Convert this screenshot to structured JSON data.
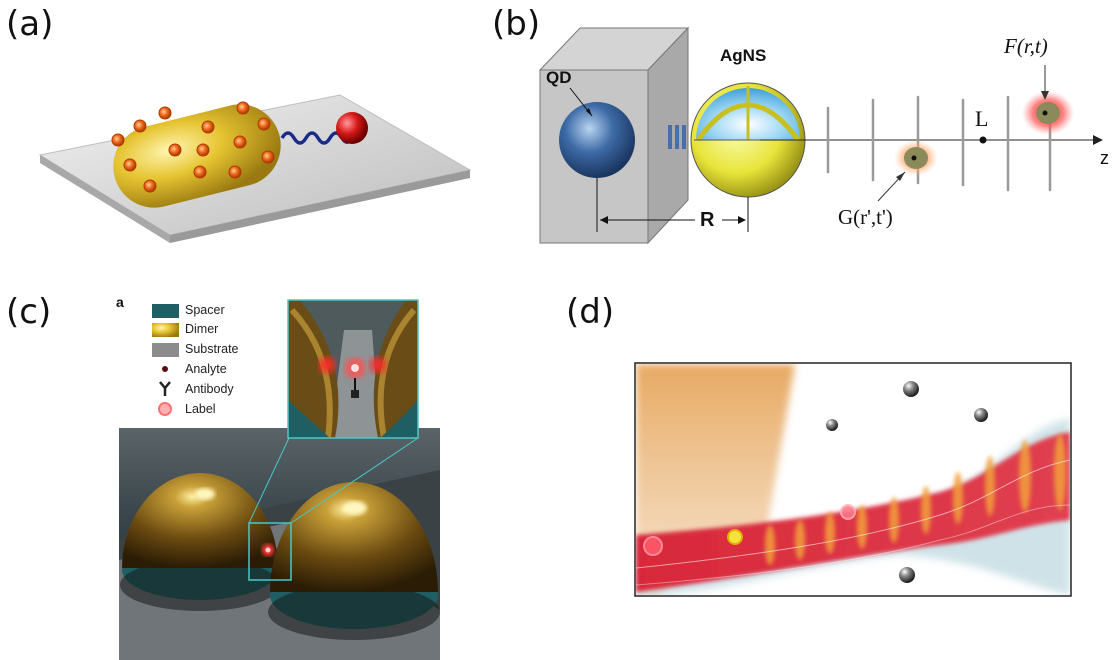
{
  "panels": {
    "a": {
      "label": "(a)"
    },
    "b": {
      "label": "(b)",
      "qd_label": "QD",
      "agns_label": "AgNS",
      "r_label": "R",
      "l_label": "L",
      "z_label": "z",
      "f_label": "F(r,t)",
      "g_label": "G(r',t')"
    },
    "c": {
      "label": "(c)",
      "sub_label": "a",
      "legend": [
        {
          "key": "spacer",
          "text": "Spacer"
        },
        {
          "key": "dimer",
          "text": "Dimer"
        },
        {
          "key": "substrate",
          "text": "Substrate"
        },
        {
          "key": "analyte",
          "text": "Analyte"
        },
        {
          "key": "antibody",
          "text": "Antibody"
        },
        {
          "key": "label",
          "text": "Label"
        }
      ]
    },
    "d": {
      "label": "(d)"
    }
  },
  "colors": {
    "spacer": "#1f5f63",
    "dimer_gold": "#c8a040",
    "substrate": "#8c8c8c",
    "accent_red": "#d12a2a",
    "cyan_frame": "#48c8c8",
    "qd_blue": "#2f5d9b",
    "agns_yellow": "#e8e23a",
    "beam_orange": "#e39a46"
  },
  "icons": [
    "qd-sphere-icon",
    "agns-sphere-icon",
    "nanorod-icon",
    "analyte-dot-icon",
    "antibody-icon",
    "label-ring-icon"
  ]
}
